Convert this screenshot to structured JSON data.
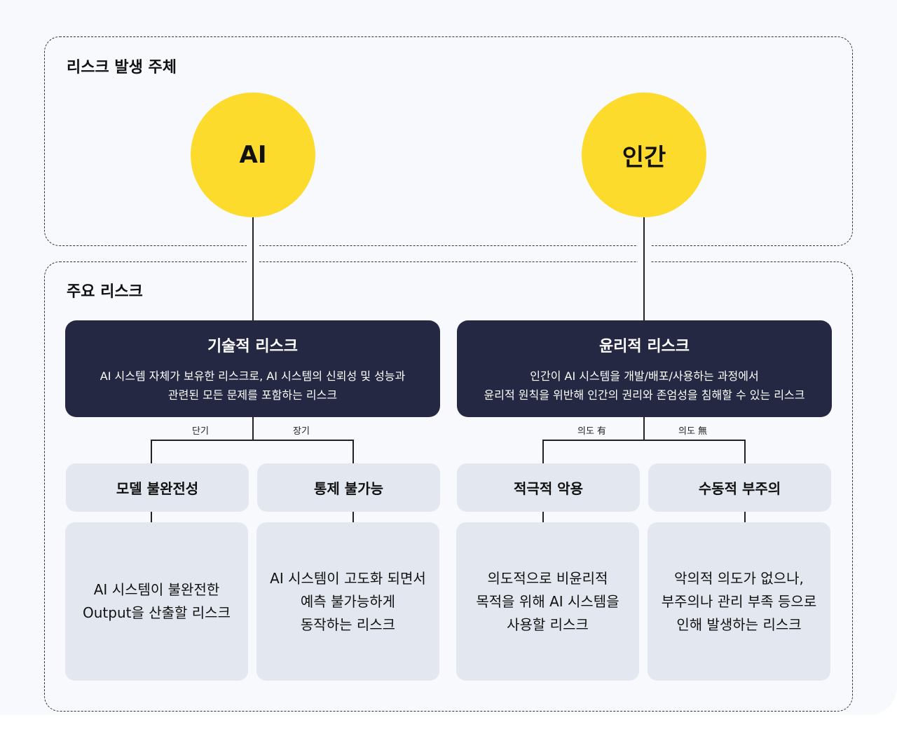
{
  "sources_section": {
    "title": "리스크 발생 주체",
    "ai": "AI",
    "human": "인간"
  },
  "risks_section": {
    "title": "주요 리스크",
    "technical": {
      "title": "기술적 리스크",
      "desc_lines": [
        "AI 시스템 자체가 보유한 리스크로, AI 시스템의 신뢰성 및 성능과",
        "관련된 모든 문제를 포함하는 리스크"
      ],
      "branch_left": "단기",
      "branch_right": "장기",
      "children": [
        {
          "title": "모델 불완전성",
          "desc_lines": [
            "AI 시스템이 불완전한",
            "Output을 산출할 리스크"
          ]
        },
        {
          "title": "통제 불가능",
          "desc_lines": [
            "AI 시스템이 고도화 되면서",
            "예측 불가능하게",
            "동작하는 리스크"
          ]
        }
      ]
    },
    "ethical": {
      "title": "윤리적 리스크",
      "desc_lines": [
        "인간이 AI 시스템을 개발/배포/사용하는 과정에서",
        "윤리적 원칙을 위반해 인간의 권리와 존엄성을 침해할 수 있는 리스크"
      ],
      "branch_left": "의도 有",
      "branch_right": "의도 無",
      "children": [
        {
          "title": "적극적 악용",
          "desc_lines": [
            "의도적으로 비윤리적",
            "목적을 위해 AI 시스템을",
            "사용할 리스크"
          ]
        },
        {
          "title": "수동적 부주의",
          "desc_lines": [
            "악의적 의도가 없으나,",
            "부주의나 관리 부족 등으로",
            "인해 발생하는 리스크"
          ]
        }
      ]
    }
  },
  "colors": {
    "circle": "#fcdb2c",
    "dark_box": "#242843",
    "light_box": "#e3e8f0"
  }
}
